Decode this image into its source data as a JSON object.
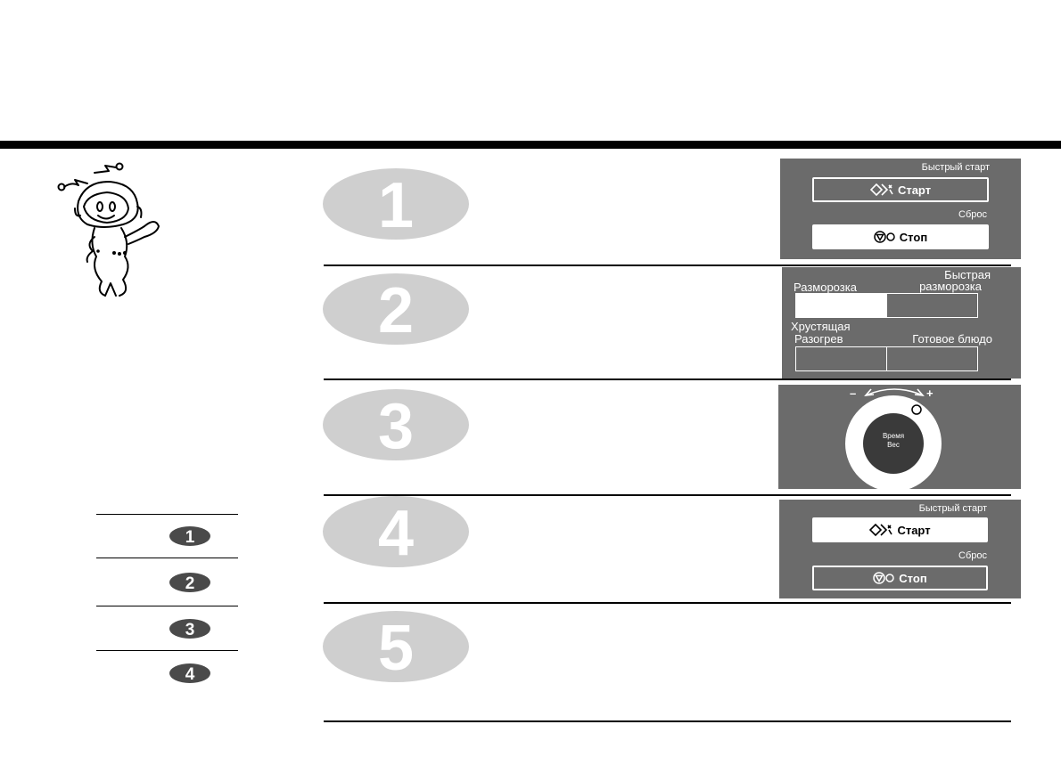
{
  "mascot": {
    "icon": "robot-mascot-icon"
  },
  "colors": {
    "panel": "#6b6b6b",
    "badge": "#cfcfcf",
    "mini_badge": "#4a4a4a"
  },
  "steps": [
    {
      "number": "1"
    },
    {
      "number": "2"
    },
    {
      "number": "3"
    },
    {
      "number": "4"
    },
    {
      "number": "5"
    }
  ],
  "mini_steps": [
    "1",
    "2",
    "3",
    "4"
  ],
  "panel1": {
    "quick_start": "Быстрый старт",
    "start": "Старт",
    "reset": "Сброс",
    "stop": "Стоп"
  },
  "panel2": {
    "defrost": "Разморозка",
    "quick_defrost_1": "Быстрая",
    "quick_defrost_2": "разморозка",
    "crispy": "Хрустящая",
    "reheat": "Разогрев",
    "ready_meal": "Готовое блюдо"
  },
  "panel3": {
    "minus": "–",
    "plus": "+",
    "time": "Время",
    "weight": "Вес"
  },
  "panel4": {
    "quick_start": "Быстрый старт",
    "start": "Старт",
    "reset": "Сброс",
    "stop": "Стоп"
  }
}
